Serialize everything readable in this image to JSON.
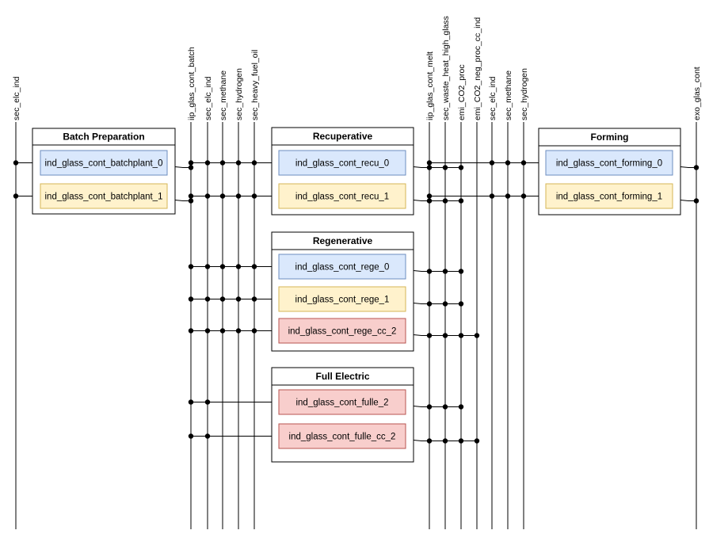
{
  "colors": {
    "blue_fill": "#dae8fc",
    "blue_stroke": "#6c8ebf",
    "yellow_fill": "#fff2cc",
    "yellow_stroke": "#d6b656",
    "red_fill": "#f8cecc",
    "red_stroke": "#b85450",
    "line": "#000000"
  },
  "buses": [
    {
      "id": "b0",
      "label": "sec_elc_ind"
    },
    {
      "id": "b1",
      "label": "iip_glas_cont_batch"
    },
    {
      "id": "b2",
      "label": "sec_elc_ind"
    },
    {
      "id": "b3",
      "label": "sec_methane"
    },
    {
      "id": "b4",
      "label": "sec_hydrogen"
    },
    {
      "id": "b5",
      "label": "sec_heavy_fuel_oil"
    },
    {
      "id": "b6",
      "label": "iip_glas_cont_melt"
    },
    {
      "id": "b7",
      "label": "sec_waste_heat_high_glass"
    },
    {
      "id": "b8",
      "label": "emi_CO2_proc"
    },
    {
      "id": "b9",
      "label": "emi_CO2_neg_proc_cc_ind"
    },
    {
      "id": "b10",
      "label": "sec_elc_ind"
    },
    {
      "id": "b11",
      "label": "sec_methane"
    },
    {
      "id": "b12",
      "label": "sec_hydrogen"
    },
    {
      "id": "b13",
      "label": "exo_glas_cont"
    }
  ],
  "groups": [
    {
      "id": "g-batch",
      "title": "Batch Preparation",
      "processes": [
        {
          "label": "ind_glass_cont_batchplant_0",
          "color": "blue",
          "inputs": [
            "b0"
          ],
          "outputs": [
            "b1"
          ]
        },
        {
          "label": "ind_glass_cont_batchplant_1",
          "color": "yellow",
          "inputs": [
            "b0"
          ],
          "outputs": [
            "b1"
          ]
        }
      ]
    },
    {
      "id": "g-recu",
      "title": "Recuperative",
      "processes": [
        {
          "label": "ind_glass_cont_recu_0",
          "color": "blue",
          "inputs": [
            "b1",
            "b2",
            "b3",
            "b4",
            "b5"
          ],
          "outputs": [
            "b6",
            "b7",
            "b8"
          ]
        },
        {
          "label": "ind_glass_cont_recu_1",
          "color": "yellow",
          "inputs": [
            "b1",
            "b2",
            "b3",
            "b4",
            "b5"
          ],
          "outputs": [
            "b6",
            "b7",
            "b8"
          ]
        }
      ]
    },
    {
      "id": "g-rege",
      "title": "Regenerative",
      "processes": [
        {
          "label": "ind_glass_cont_rege_0",
          "color": "blue",
          "inputs": [
            "b1",
            "b2",
            "b3",
            "b4",
            "b5"
          ],
          "outputs": [
            "b6",
            "b7",
            "b8"
          ]
        },
        {
          "label": "ind_glass_cont_rege_1",
          "color": "yellow",
          "inputs": [
            "b1",
            "b2",
            "b3",
            "b4",
            "b5"
          ],
          "outputs": [
            "b6",
            "b7",
            "b8"
          ]
        },
        {
          "label": "ind_glass_cont_rege_cc_2",
          "color": "red",
          "inputs": [
            "b1",
            "b2",
            "b3",
            "b4",
            "b5"
          ],
          "outputs": [
            "b6",
            "b7",
            "b8",
            "b9"
          ]
        }
      ]
    },
    {
      "id": "g-fulle",
      "title": "Full Electric",
      "processes": [
        {
          "label": "ind_glass_cont_fulle_2",
          "color": "red",
          "inputs": [
            "b1",
            "b2"
          ],
          "outputs": [
            "b6",
            "b7",
            "b8"
          ]
        },
        {
          "label": "ind_glass_cont_fulle_cc_2",
          "color": "red",
          "inputs": [
            "b1",
            "b2"
          ],
          "outputs": [
            "b6",
            "b7",
            "b8",
            "b9"
          ]
        }
      ]
    },
    {
      "id": "g-forming",
      "title": "Forming",
      "processes": [
        {
          "label": "ind_glass_cont_forming_0",
          "color": "blue",
          "inputs": [
            "b6",
            "b10",
            "b11",
            "b12"
          ],
          "outputs": [
            "b13"
          ]
        },
        {
          "label": "ind_glass_cont_forming_1",
          "color": "yellow",
          "inputs": [
            "b6",
            "b10",
            "b11",
            "b12"
          ],
          "outputs": [
            "b13"
          ]
        }
      ]
    }
  ]
}
